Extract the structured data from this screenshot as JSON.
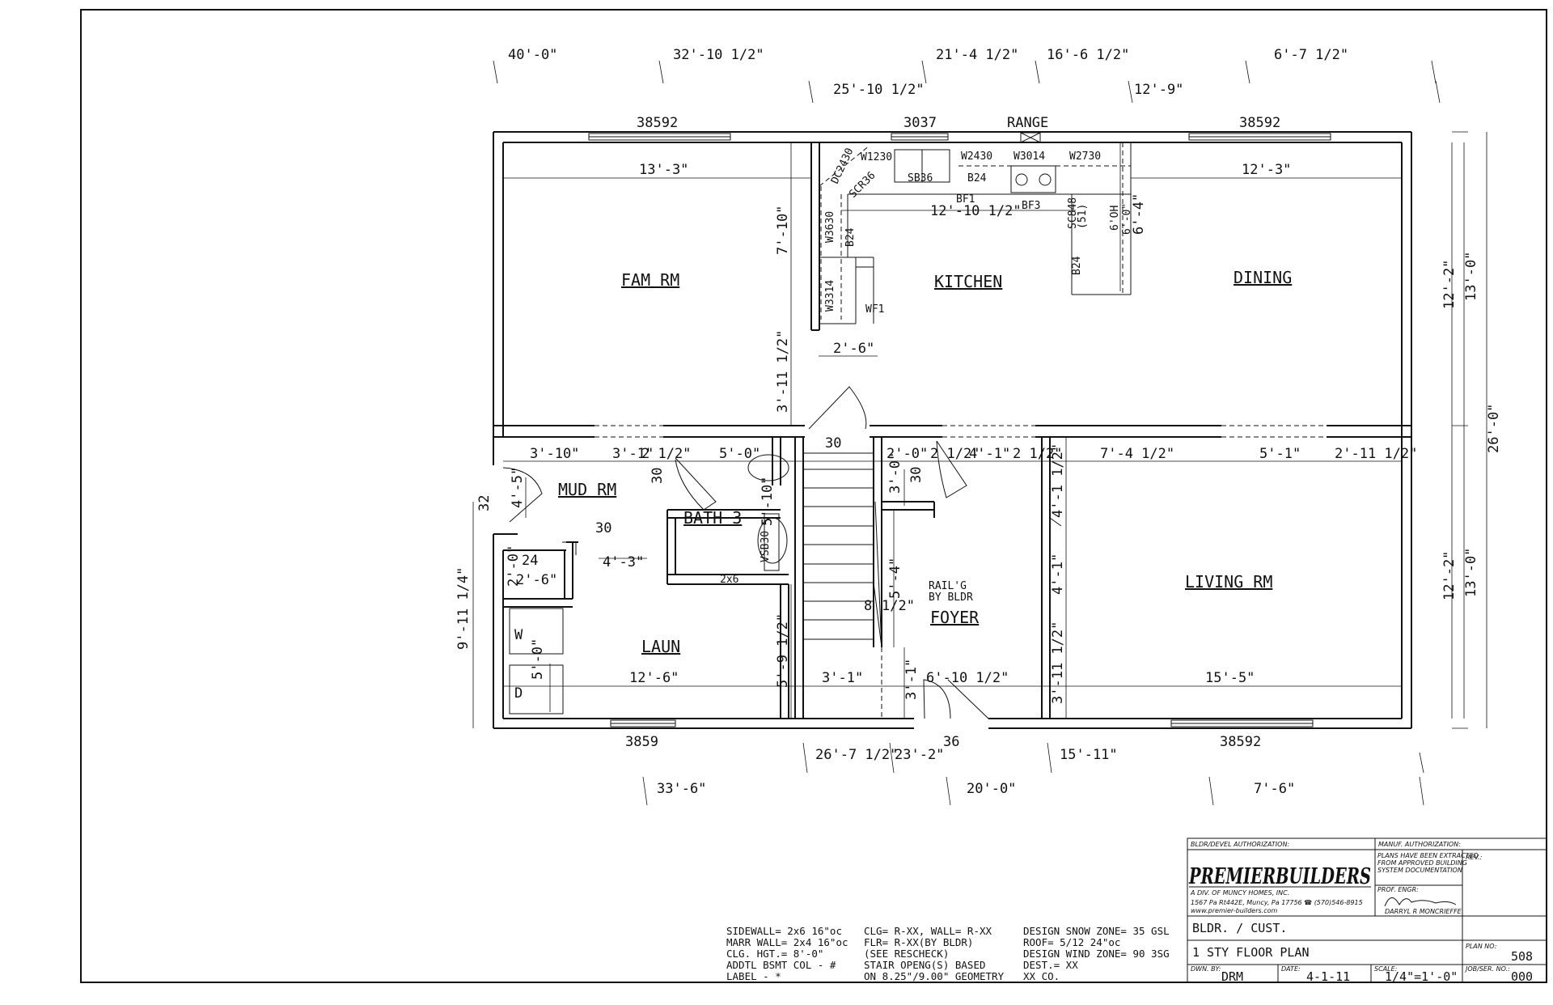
{
  "rooms": {
    "fam_rm": "FAM RM",
    "kitchen": "KITCHEN",
    "dining": "DINING",
    "mud_rm": "MUD RM",
    "bath_3": "BATH 3",
    "laun": "LAUN",
    "foyer": "FOYER",
    "living_rm": "LIVING RM"
  },
  "windows": {
    "top_left": "38592",
    "top_mid": "3037",
    "range": "RANGE",
    "top_right": "38592",
    "bottom_left": "3859",
    "bottom_mid": "36",
    "bottom_right": "38592"
  },
  "top_dims": {
    "d1": "40'-0\"",
    "d2": "32'-10 1/2\"",
    "d3": "21'-4 1/2\"",
    "d4": "16'-6 1/2\"",
    "d5": "6'-7 1/2\"",
    "d6": "25'-10 1/2\"",
    "d7": "12'-9\""
  },
  "bottom_dims": {
    "d1": "26'-7 1/2\"",
    "d2": "23'-2\"",
    "d3": "15'-11\"",
    "d4": "33'-6\"",
    "d5": "20'-0\"",
    "d6": "7'-6\""
  },
  "right_dims": {
    "r1": "12'-2\"",
    "r2": "13'-0\"",
    "r3": "26'-0\"",
    "r4": "12'-2\"",
    "r5": "13'-0\""
  },
  "left_dims": {
    "l1": "32",
    "l2": "9'-11 1/4\""
  },
  "interior_dims": {
    "fam_width": "13'-3\"",
    "din_width": "12'-3\"",
    "kit_12_10": "12'-10 1/2\"",
    "kit_7_10": "7'-10\"",
    "kit_6_4": "6'-4\"",
    "kit_6_0": "6'-0\"",
    "kit_2_6": "2'-6\"",
    "kit_3_11": "3'-11 1/2\"",
    "mud_3_10": "3'-10\"",
    "mud_3_1": "3'-1\"",
    "mud_2_half": "2 1/2\"",
    "bath_5_0": "5'-0\"",
    "door_30a": "30",
    "door_30b": "30",
    "door_30c": "30",
    "door_30d": "30",
    "mud_4_5": "4'-5\"",
    "mud_24": "24",
    "mud_2_0": "2'-0\"",
    "mud_2_6": "2'-6\"",
    "mud_4_3": "4'-3\"",
    "bath_5_10": "5'-10\"",
    "vsb30": "VSB30",
    "twobysix": "2x6",
    "laun_5_0": "5'-0\"",
    "laun_12_6": "12'-6\"",
    "laun_5_9": "5'-9 1/2\"",
    "stair_3_1": "3'-1\"",
    "foy_2_0": "2'-0\"",
    "foy_2_half": "2 1/2\"",
    "foy_3_0": "3'-0\"",
    "foy_4_1": "4'-1\"",
    "foy_2_half_b": "2 1/2\"",
    "liv_7_4": "7'-4 1/2\"",
    "liv_5_1": "5'-1\"",
    "liv_2_11": "2'-11 1/2\"",
    "liv_4_1_half": "4'-1 1/2\"",
    "liv_4_1": "4'-1\"",
    "liv_3_11": "3'-11 1/2\"",
    "foy_5_4": "5'-4\"",
    "rail": "RAIL'G",
    "by_bldr": "BY BLDR",
    "foy_8": "8",
    "foy_1_2": "1/2\"",
    "foy_3_1": "3'-1\"",
    "foy_6_10": "6'-10 1/2\"",
    "liv_15_5": "15'-5\"",
    "w": "W",
    "d": "D"
  },
  "cabinets": {
    "dc2430": "DC2430",
    "w1230": "W1230",
    "scr36": "SCR36",
    "sb36": "SB36",
    "w2430": "W2430",
    "b24a": "B24",
    "w3014": "W3014",
    "w2730": "W2730",
    "bf1": "BF1",
    "bf3": "BF3",
    "w3630": "W3630",
    "b24b": "B24",
    "sc848": "SC848",
    "sc848b": "(51)",
    "oh": "6'OH",
    "b24c": "B24",
    "w3314": "W3314",
    "wf1": "WF1"
  },
  "notes": {
    "col1": [
      "SIDEWALL=  2x6 16\"oc",
      "MARR WALL= 2x4 16\"oc",
      "CLG. HGT.=  8'-0\"",
      "ADDTL BSMT COL - #",
      "LABEL - *"
    ],
    "col2": [
      "CLG= R-XX, WALL= R-XX",
      "  FLR= R-XX(BY BLDR)",
      "  (SEE RESCHECK)",
      "STAIR OPENG(S) BASED",
      "  ON 8.25\"/9.00\" GEOMETRY"
    ],
    "col3": [
      "DESIGN SNOW ZONE= 35 GSL",
      "ROOF= 5/12 24\"oc",
      "DESIGN WIND ZONE= 90 3SG",
      "DEST.= XX",
      "      XX CO."
    ]
  },
  "title_block": {
    "bldr_auth": "BLDR/DEVEL AUTHORIZATION:",
    "manuf_auth": "MANUF. AUTHORIZATION:",
    "logo": "PREMIERBUILDERS",
    "division": "A DIV. OF MUNCY HOMES, INC.",
    "address": "1567 Pa Rt442E, Muncy, Pa 17756  ☎ (570)546-8915",
    "website": "www.premier-builders.com",
    "plans_note1": "PLANS HAVE BEEN EXTRACTED",
    "plans_note2": "FROM APPROVED BUILDING",
    "plans_note3": "SYSTEM DOCUMENTATION",
    "prof_engr": "PROF. ENGR:",
    "engr_name": "DARRYL R MONCRIEFFE",
    "rev_label": "REV.:",
    "customer": "BLDR. / CUST.",
    "title": "1 STY FLOOR PLAN",
    "plan_no_label": "PLAN NO:",
    "plan_no": "508",
    "dwn_by_label": "DWN. BY:",
    "dwn_by": "DRM",
    "date_label": "DATE:",
    "date": "4-1-11",
    "scale_label": "SCALE:",
    "scale": "1/4\"=1'-0\"",
    "job_label": "JOB/SER. NO.:",
    "job_no": "000"
  }
}
